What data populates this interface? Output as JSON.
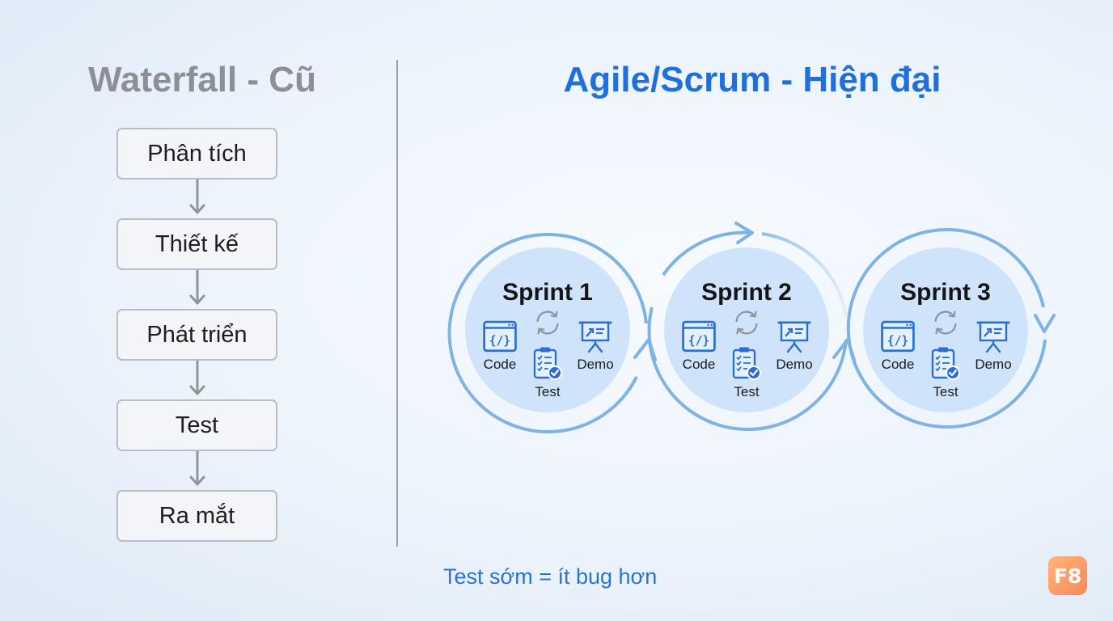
{
  "waterfall": {
    "title": "Waterfall - Cũ",
    "steps": [
      "Phân tích",
      "Thiết kế",
      "Phát triển",
      "Test",
      "Ra mắt"
    ]
  },
  "agile": {
    "title": "Agile/Scrum - Hiện đại",
    "sprints": [
      {
        "title": "Sprint 1",
        "code_label": "Code",
        "test_label": "Test",
        "demo_label": "Demo"
      },
      {
        "title": "Sprint 2",
        "code_label": "Code",
        "test_label": "Test",
        "demo_label": "Demo"
      },
      {
        "title": "Sprint 3",
        "code_label": "Code",
        "test_label": "Test",
        "demo_label": "Demo"
      }
    ],
    "icons": [
      "code-window-icon",
      "refresh-cycle-icon",
      "presentation-board-icon",
      "checklist-icon"
    ]
  },
  "footer_note": "Test sớm = ít bug hơn",
  "logo_text": "F8",
  "colors": {
    "waterfall_title": "#8c8f93",
    "agile_title": "#1f6fdd",
    "sprint_ring": "#7fb2e5",
    "sprint_fill": "#cfe4fb",
    "icon_blue": "#2b6fd6",
    "logo": "#f68a5a"
  }
}
